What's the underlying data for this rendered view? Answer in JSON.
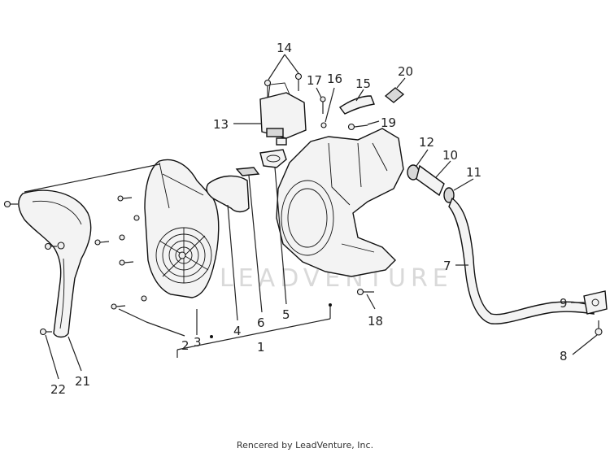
{
  "watermark": "LEADVENTURE",
  "credit": "Rencered by LeadVenture, Inc.",
  "callouts": {
    "c1": "1",
    "c2": "2",
    "c3": "3",
    "c4": "4",
    "c5": "5",
    "c6": "6",
    "c7": "7",
    "c8": "8",
    "c9": "9",
    "c10": "10",
    "c11": "11",
    "c12": "12",
    "c13": "13",
    "c14": "14",
    "c15": "15",
    "c16": "16",
    "c17": "17",
    "c18": "18",
    "c19": "19",
    "c20": "20",
    "c21": "21",
    "c22": "22"
  }
}
